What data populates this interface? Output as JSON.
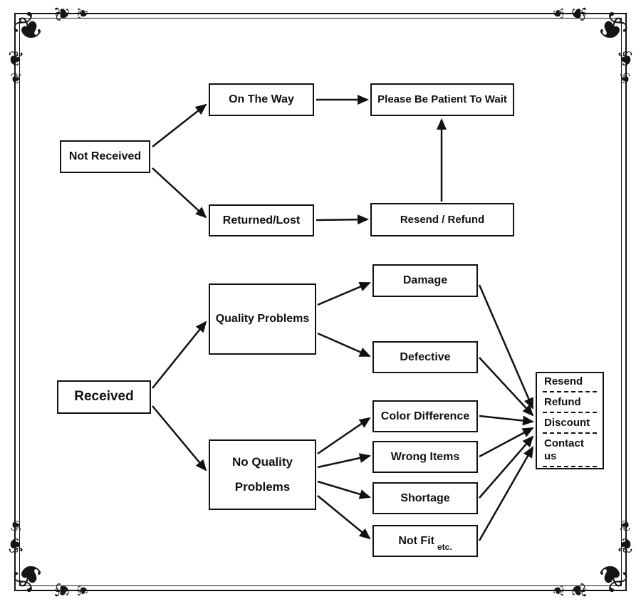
{
  "diagram": {
    "nodes": {
      "not_received": {
        "label": "Not Received"
      },
      "on_the_way": {
        "label": "On The Way"
      },
      "be_patient": {
        "label": "Please Be Patient To Wait"
      },
      "returned_lost": {
        "label": "Returned/Lost"
      },
      "resend_refund": {
        "label": "Resend / Refund"
      },
      "received": {
        "label": "Received"
      },
      "quality_problems": {
        "label": "Quality Problems"
      },
      "damage": {
        "label": "Damage"
      },
      "defective": {
        "label": "Defective"
      },
      "no_quality_problems": {
        "line1": "No Quality",
        "line2": "Problems"
      },
      "color_difference": {
        "label": "Color Difference"
      },
      "wrong_items": {
        "label": "Wrong Items"
      },
      "shortage": {
        "label": "Shortage"
      },
      "not_fit": {
        "label": "Not Fit",
        "suffix": "etc."
      },
      "outcome": {
        "options": [
          "Resend",
          "Refund",
          "Discount",
          "Contact us"
        ]
      }
    },
    "edges": [
      {
        "from": "Not Received",
        "to": "On The Way"
      },
      {
        "from": "Not Received",
        "to": "Returned/Lost"
      },
      {
        "from": "On The Way",
        "to": "Please Be Patient To Wait"
      },
      {
        "from": "Returned/Lost",
        "to": "Resend / Refund"
      },
      {
        "from": "Resend / Refund",
        "to": "Please Be Patient To Wait"
      },
      {
        "from": "Received",
        "to": "Quality Problems"
      },
      {
        "from": "Received",
        "to": "No Quality Problems"
      },
      {
        "from": "Quality Problems",
        "to": "Damage"
      },
      {
        "from": "Quality Problems",
        "to": "Defective"
      },
      {
        "from": "No Quality Problems",
        "to": "Color Difference"
      },
      {
        "from": "No Quality Problems",
        "to": "Wrong Items"
      },
      {
        "from": "No Quality Problems",
        "to": "Shortage"
      },
      {
        "from": "No Quality Problems",
        "to": "Not Fit etc."
      },
      {
        "from": "Damage",
        "to": "Resend / Refund / Discount / Contact us"
      },
      {
        "from": "Defective",
        "to": "Resend / Refund / Discount / Contact us"
      },
      {
        "from": "Color Difference",
        "to": "Resend / Refund / Discount / Contact us"
      },
      {
        "from": "Wrong Items",
        "to": "Resend / Refund / Discount / Contact us"
      },
      {
        "from": "Shortage",
        "to": "Resend / Refund / Discount / Contact us"
      },
      {
        "from": "Not Fit etc.",
        "to": "Resend / Refund / Discount / Contact us"
      }
    ],
    "colors": {
      "line": "#111111",
      "box_border": "#111111",
      "background": "#ffffff"
    }
  },
  "ornaments": {
    "glyph": "❦"
  }
}
